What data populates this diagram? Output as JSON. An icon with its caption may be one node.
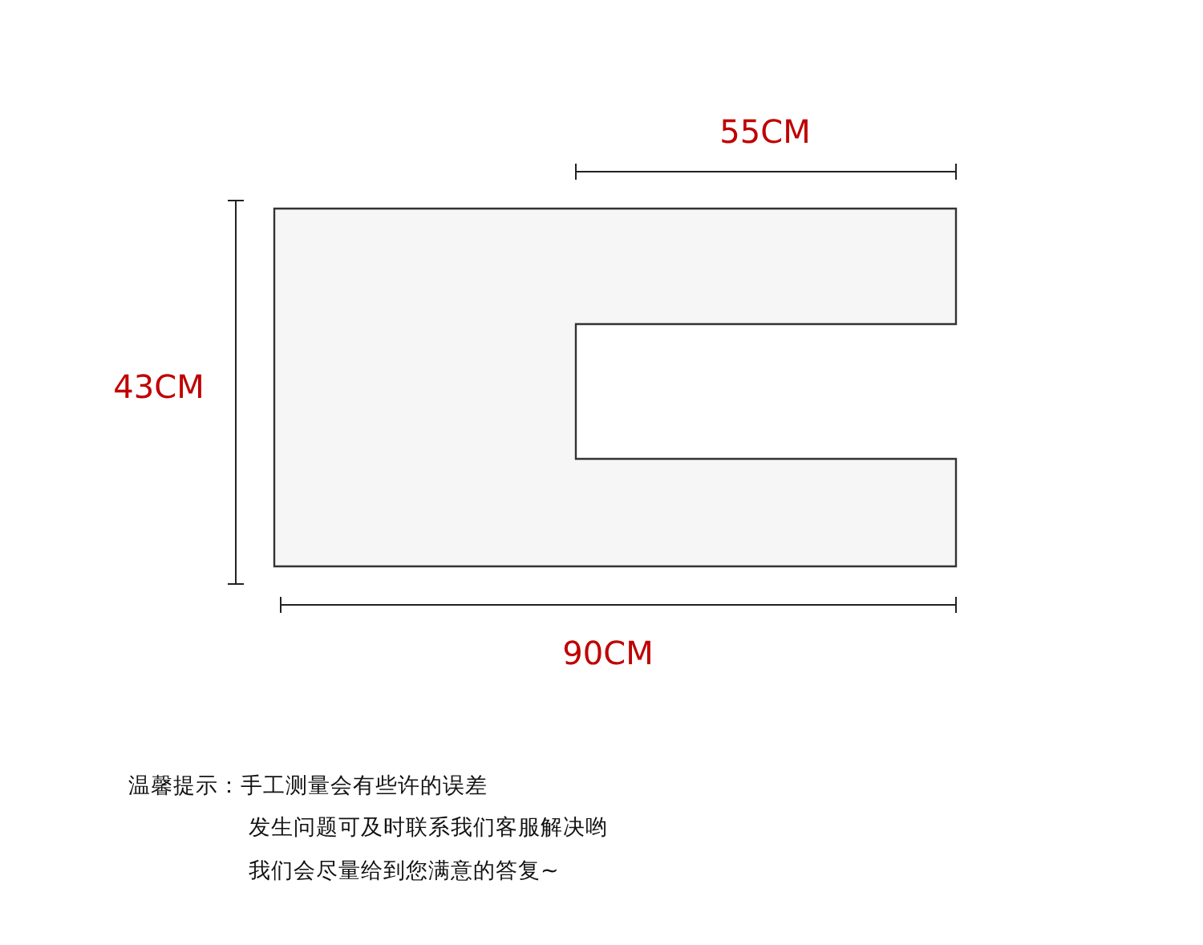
{
  "diagram": {
    "labels": [
      "55CM",
      "43CM",
      "90CM",
      "温馨提示：手工测量会有些许的误差",
      "发生问题可及时联系我们客服解决哟",
      "我们会尽量给到您满意的答复~"
    ]
  }
}
